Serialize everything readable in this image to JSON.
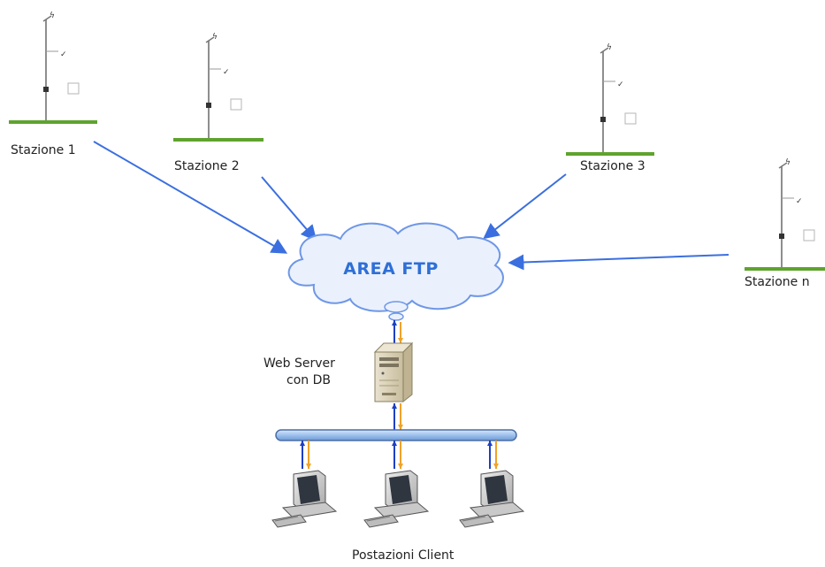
{
  "stations": [
    {
      "label": "Stazione 1"
    },
    {
      "label": "Stazione 2"
    },
    {
      "label": "Stazione 3"
    },
    {
      "label": "Stazione n"
    }
  ],
  "ftp_area": {
    "label": "AREA FTP"
  },
  "server": {
    "label_line1": "Web Server",
    "label_line2": "con DB"
  },
  "clients": {
    "label": "Postazioni Client",
    "count": 3
  },
  "colors": {
    "arrow": "#3b6fe0",
    "cloud_fill": "#eaf1fd",
    "cloud_stroke": "#6f97e6",
    "ground": "#5fa32e",
    "bus": "#9ec1ec",
    "uplink": "#1d3fc4",
    "downlink": "#f1a227"
  },
  "icons": {
    "station": "weather-station-icon",
    "server": "server-tower-icon",
    "client": "desktop-computer-icon",
    "cloud": "cloud-icon"
  }
}
